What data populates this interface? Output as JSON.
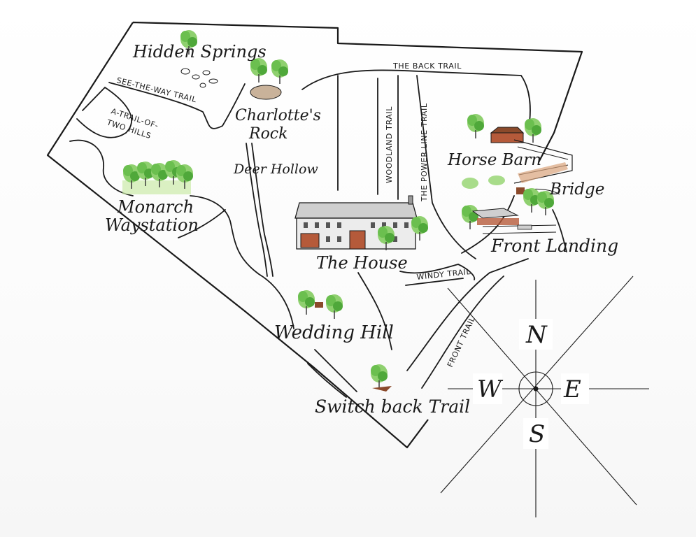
{
  "locations": {
    "hidden_springs": "Hidden Springs",
    "charlottes_rock_1": "Charlotte's",
    "charlottes_rock_2": "Rock",
    "deer_hollow": "Deer Hollow",
    "monarch_1": "Monarch",
    "monarch_2": "Waystation",
    "the_house": "The House",
    "wedding_hill": "Wedding Hill",
    "switchback_trail": "Switch back Trail",
    "horse_barn": "Horse Barn",
    "bridge": "Bridge",
    "front_landing": "Front Landing"
  },
  "trails": {
    "back_trail": "THE BACK TRAIL",
    "see_the_way": "SEE-THE-WAY TRAIL",
    "two_hills_1": "A-TRAIL-OF-",
    "two_hills_2": "TWO HILLS",
    "woodland": "WOODLAND TRAIL",
    "power_line": "THE POWER LINE TRAIL",
    "windy": "WINDY TRAIL",
    "front": "FRONT TRAIL"
  },
  "compass": {
    "n": "N",
    "s": "S",
    "e": "E",
    "w": "W"
  },
  "colors": {
    "ink": "#1a1a1a",
    "tree_green": "#5cb85c",
    "tree_light": "#a8dc8a",
    "trunk_brown": "#8b4a2b",
    "barn_red": "#b55a3a",
    "house_gray": "#d8d8d8",
    "rock": "#c9b29a"
  }
}
